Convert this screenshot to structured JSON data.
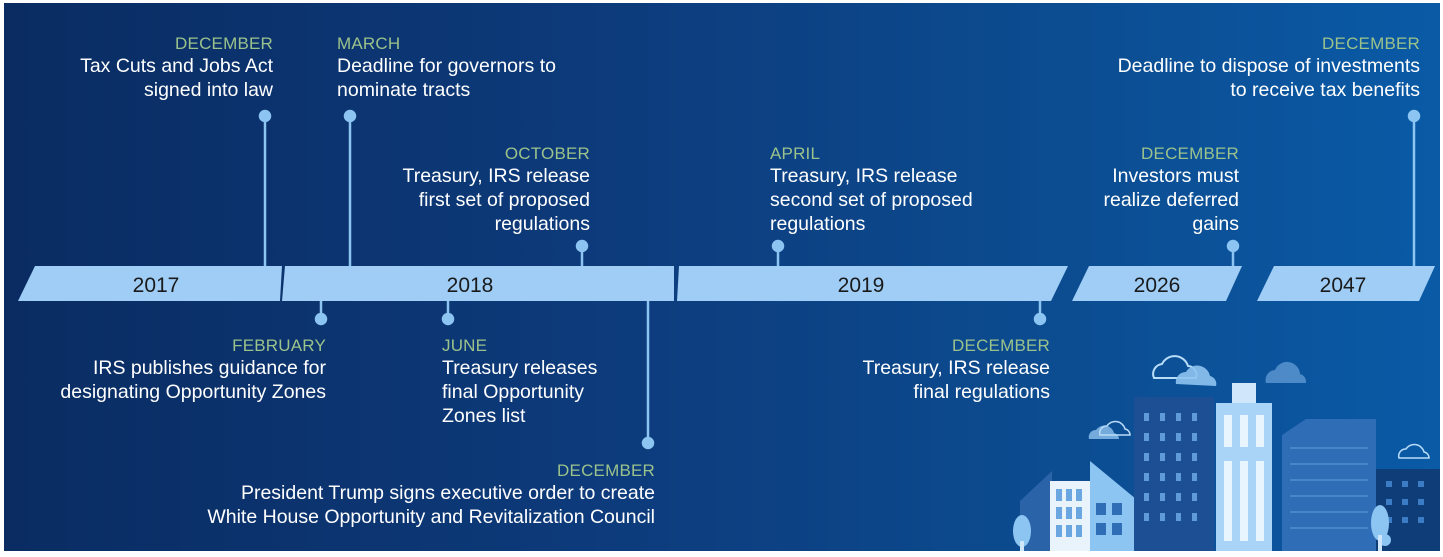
{
  "colors": {
    "background_dark": "#0a2c62",
    "background_light": "#0a5aa6",
    "band": "#9fcdf6",
    "connector": "#8cc4f2",
    "month_text": "#9bc28b",
    "event_text": "#ffffff"
  },
  "years": [
    "2017",
    "2018",
    "2019",
    "2026",
    "2047"
  ],
  "events": {
    "dec2017": {
      "month": "DECEMBER",
      "text": "Tax Cuts and Jobs Act\nsigned into law"
    },
    "feb2018": {
      "month": "FEBRUARY",
      "text": "IRS publishes guidance for\ndesignating Opportunity Zones"
    },
    "mar2018": {
      "month": "MARCH",
      "text": "Deadline for governors to\nnominate tracts"
    },
    "jun2018": {
      "month": "JUNE",
      "text": "Treasury releases\nfinal Opportunity\nZones list"
    },
    "oct2018": {
      "month": "OCTOBER",
      "text": "Treasury, IRS release\nfirst set of proposed\nregulations"
    },
    "dec2018": {
      "month": "DECEMBER",
      "text": "President Trump signs executive order to create\nWhite House Opportunity and Revitalization Council"
    },
    "apr2019": {
      "month": "APRIL",
      "text": "Treasury, IRS release\nsecond set of proposed\nregulations"
    },
    "dec2019": {
      "month": "DECEMBER",
      "text": "Treasury, IRS release\nfinal regulations"
    },
    "dec2026": {
      "month": "DECEMBER",
      "text": "Investors must\nrealize deferred\ngains"
    },
    "dec2047": {
      "month": "DECEMBER",
      "text": "Deadline to dispose of investments\nto receive tax benefits"
    }
  },
  "illustration": {
    "icon": "city-skyline-icon"
  }
}
